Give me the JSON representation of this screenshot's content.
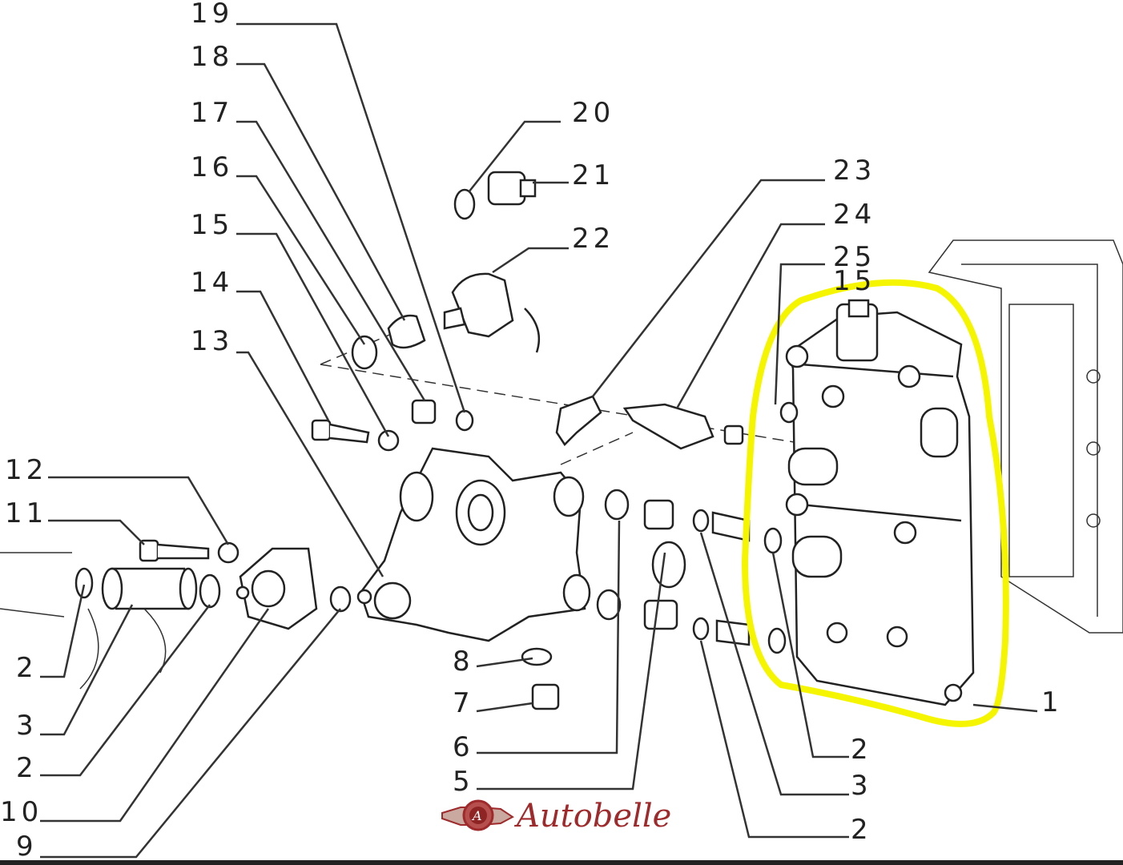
{
  "diagram": {
    "callouts": [
      "19",
      "18",
      "17",
      "16",
      "15",
      "14",
      "13",
      "12",
      "11",
      "2",
      "3",
      "2",
      "10",
      "9",
      "20",
      "21",
      "22",
      "23",
      "24",
      "25",
      "15",
      "8",
      "7",
      "6",
      "5",
      "2",
      "3",
      "2",
      "1"
    ],
    "highlight_color": "#f5f500",
    "logo": {
      "text": "Autobelle",
      "monogram": "A",
      "color": "#9e2a2b"
    }
  }
}
